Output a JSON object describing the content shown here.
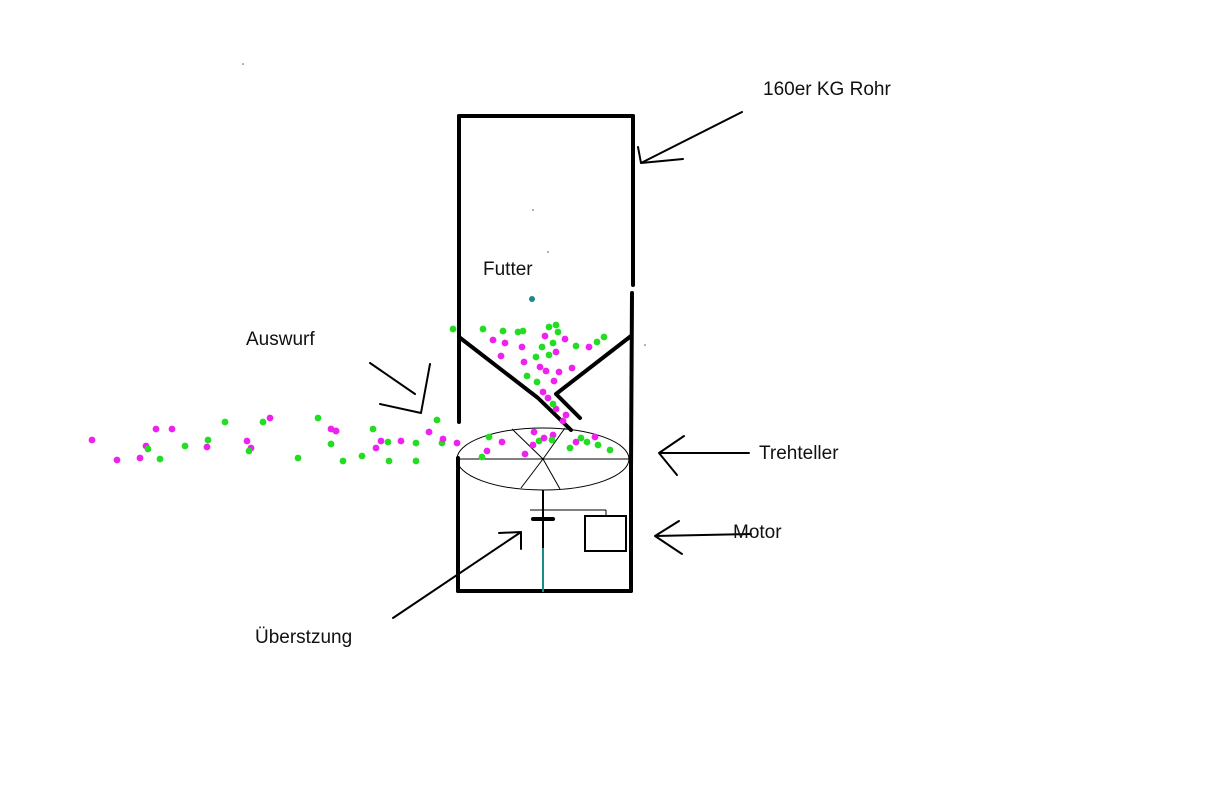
{
  "labels": {
    "pipe": "160er KG Rohr",
    "feed": "Futter",
    "ejection": "Auswurf",
    "spreader": "Trehteller",
    "motor": "Motor",
    "gearing": "Überstzung"
  },
  "colors": {
    "outline": "#000000",
    "pellet_magenta": "#ee22ee",
    "pellet_green": "#22dd22",
    "shaft": "#1a8a8a"
  }
}
